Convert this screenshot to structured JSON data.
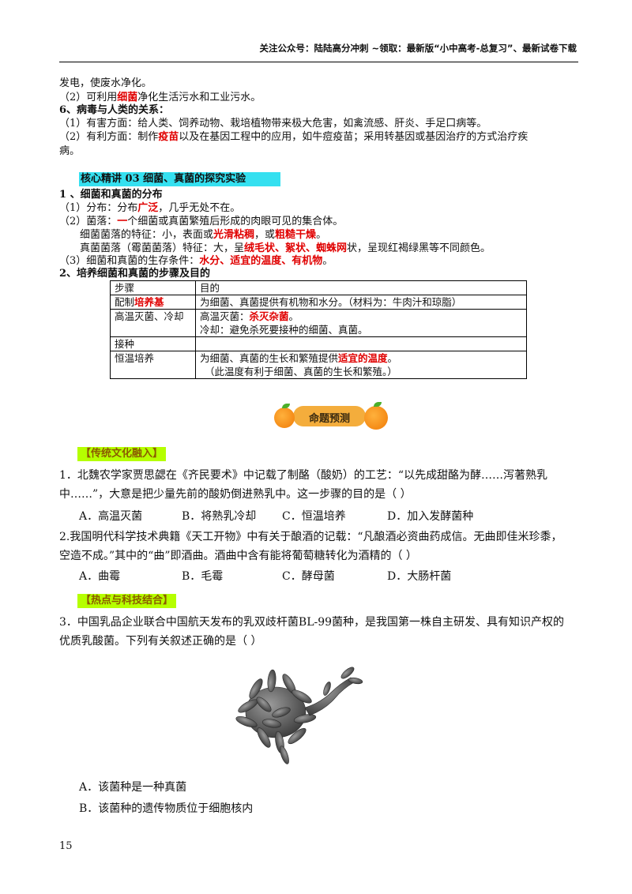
{
  "header": {
    "text": "关注公众号：陆陆高分冲刺 ~领取：最新版“小中高考-总复习”、最新试卷下载"
  },
  "top_lines": {
    "l1": "发电，使废水净化。",
    "l2_a": "（2）可利用",
    "l2_red": "细菌",
    "l2_b": "净化生活污水和工业污水。",
    "l3": "6、病毒与人类的关系：",
    "l4": "（1）有害方面：给人类、饲养动物、栽培植物带来极大危害，如禽流感、肝炎、手足口病等。",
    "l5_a": "（2）有利方面：制作",
    "l5_red": "疫苗",
    "l5_b": "以及在基因工程中的应用，如牛痘疫苗；采用转基因或基因治疗的方式治疗疾",
    "l6": "病。"
  },
  "section": {
    "title": "核心精讲 03  细菌、真菌的探究实验",
    "h1": "1 、细菌和真菌的分布",
    "p1_a": "（1）分布：分布",
    "p1_red": "广泛",
    "p1_b": "，几乎无处不在。",
    "p2_a": "（2）菌落：",
    "p2_red": "一",
    "p2_b": "个细菌或真菌繁殖后形成的肉眼可见的集合体。",
    "p3_a": "细菌菌落的特征：小，表面或",
    "p3_red1": "光滑粘稠",
    "p3_mid": "，或",
    "p3_red2": "粗糙干燥",
    "p3_b": "。",
    "p4_a": "真菌菌落（霉菌菌落）特征：大，呈",
    "p4_red": "绒毛状、絮状、蜘蛛网",
    "p4_b": "状，呈现红褐绿黑等不同颜色。",
    "p5_a": "（3）细菌和真菌的生存条件：",
    "p5_red": "水分、适宜的温度、有机物",
    "p5_b": "。",
    "h2": "2、培养细菌和真菌的步骤及目的"
  },
  "table": {
    "head": [
      "步骤",
      "目的"
    ],
    "r1_step_a": "配制",
    "r1_step_red": "培养基",
    "r1_goal": "为细菌、真菌提供有机物和水分。（材料为：牛肉汁和琼脂）",
    "r2_step": "高温灭菌、冷却",
    "r2_goal1_a": "高温灭菌：",
    "r2_goal1_red": "杀灭杂菌",
    "r2_goal1_b": "。",
    "r2_goal2": "冷却：避免杀死要接种的细菌、真菌。",
    "r3_step": "接种",
    "r3_goal": "",
    "r4_step": "恒温培养",
    "r4_goal1_a": "为细菌、真菌的生长和繁殖提供",
    "r4_goal1_red": "适宜的温度",
    "r4_goal1_b": "。",
    "r4_goal2": "（此温度有利于细菌、真菌的生长和繁殖。）"
  },
  "banner": {
    "label": "命题预测"
  },
  "tag1": "【传统文化融入】",
  "q1": {
    "line1": "1．北魏农学家贾思勰在《齐民要术》中记载了制酪（酸奶）的工艺：“以先成甜酪为酵……泻著熟乳",
    "line2": "中……”，大意是把少量先前的酸奶倒进熟乳中。这一步骤的目的是（      ）",
    "options": [
      "A．高温灭菌",
      "B．将熟乳冷却",
      "C．恒温培养",
      "D．加入发酵菌种"
    ]
  },
  "q2": {
    "line1": "2.我国明代科学技术典籍《天工开物》中有关于酿酒的记载：“凡酿酒必资曲药成信。无曲即佳米珍黍，",
    "line2": "空造不成。”其中的“曲”即酒曲。酒曲中含有能将葡萄糖转化为酒精的（      ）",
    "options": [
      "A．曲霉",
      "B．毛霉",
      "C．酵母菌",
      "D．大肠杆菌"
    ]
  },
  "tag2": "【热点与科技结合】",
  "q3": {
    "line1": "3．中国乳品企业联合中国航天发布的乳双歧杆菌BL-99菌种，是我国第一株自主研发、具有知识产权的",
    "line2": "优质乳酸菌。下列有关叙述正确的是（      ）",
    "optA": "A．该菌种是一种真菌",
    "optB": "B．该菌种的遗传物质位于细胞核内"
  },
  "page_number": "15"
}
